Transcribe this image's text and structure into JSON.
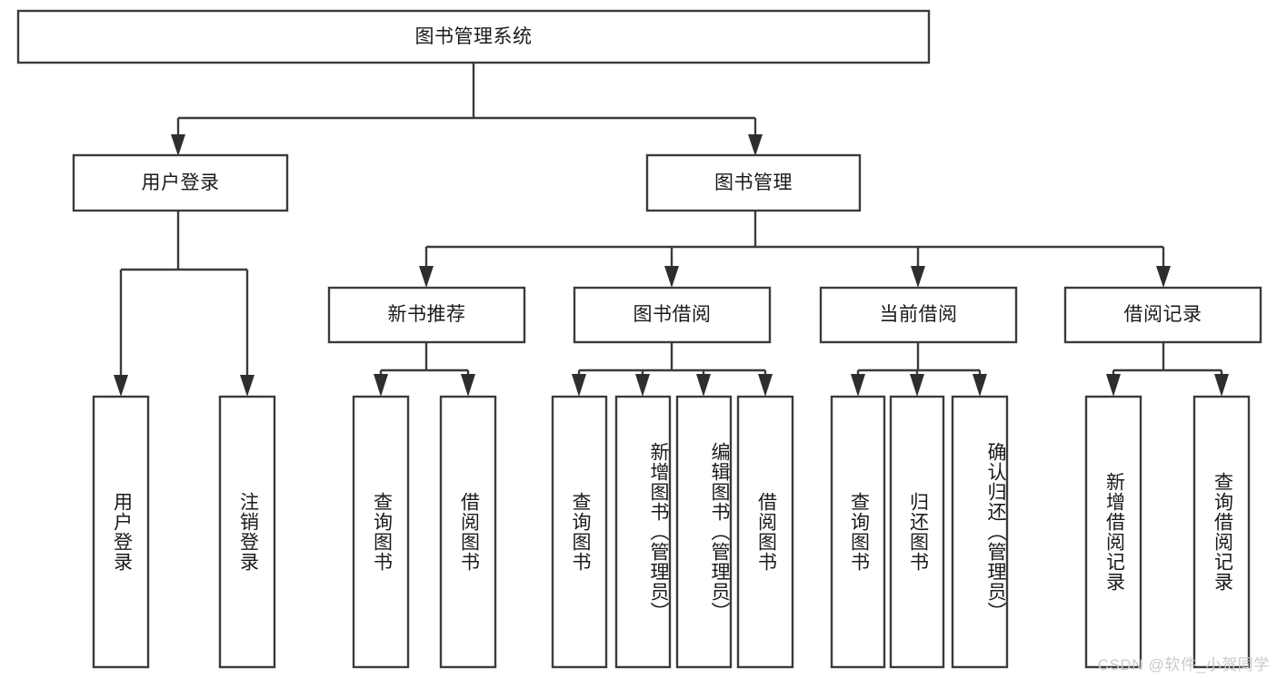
{
  "diagram": {
    "type": "hierarchy-tree",
    "title": "图书管理系统",
    "root": {
      "label": "图书管理系统"
    },
    "level2": [
      {
        "label": "用户登录"
      },
      {
        "label": "图书管理"
      }
    ],
    "level3": [
      {
        "label": "新书推荐"
      },
      {
        "label": "图书借阅"
      },
      {
        "label": "当前借阅"
      },
      {
        "label": "借阅记录"
      }
    ],
    "leaves": {
      "user_login": [
        {
          "label": "用户登录"
        },
        {
          "label": "注销登录"
        }
      ],
      "new_book_recommend": [
        {
          "label": "查询图书"
        },
        {
          "label": "借阅图书"
        }
      ],
      "book_borrow": [
        {
          "label": "查询图书"
        },
        {
          "label": "新增图书（管理员）"
        },
        {
          "label": "编辑图书（管理员）"
        },
        {
          "label": "借阅图书"
        }
      ],
      "current_borrow": [
        {
          "label": "查询图书"
        },
        {
          "label": "归还图书"
        },
        {
          "label": "确认归还（管理员）"
        }
      ],
      "borrow_record": [
        {
          "label": "新增借阅记录"
        },
        {
          "label": "查询借阅记录"
        }
      ]
    }
  },
  "watermark": {
    "text": "CSDN @软件_小贺同学"
  },
  "colors": {
    "stroke": "#3b3b3b",
    "box_fill": "#ffffff",
    "text": "#1a1a1a",
    "watermark": "#c9c9c9",
    "background": "#ffffff"
  }
}
